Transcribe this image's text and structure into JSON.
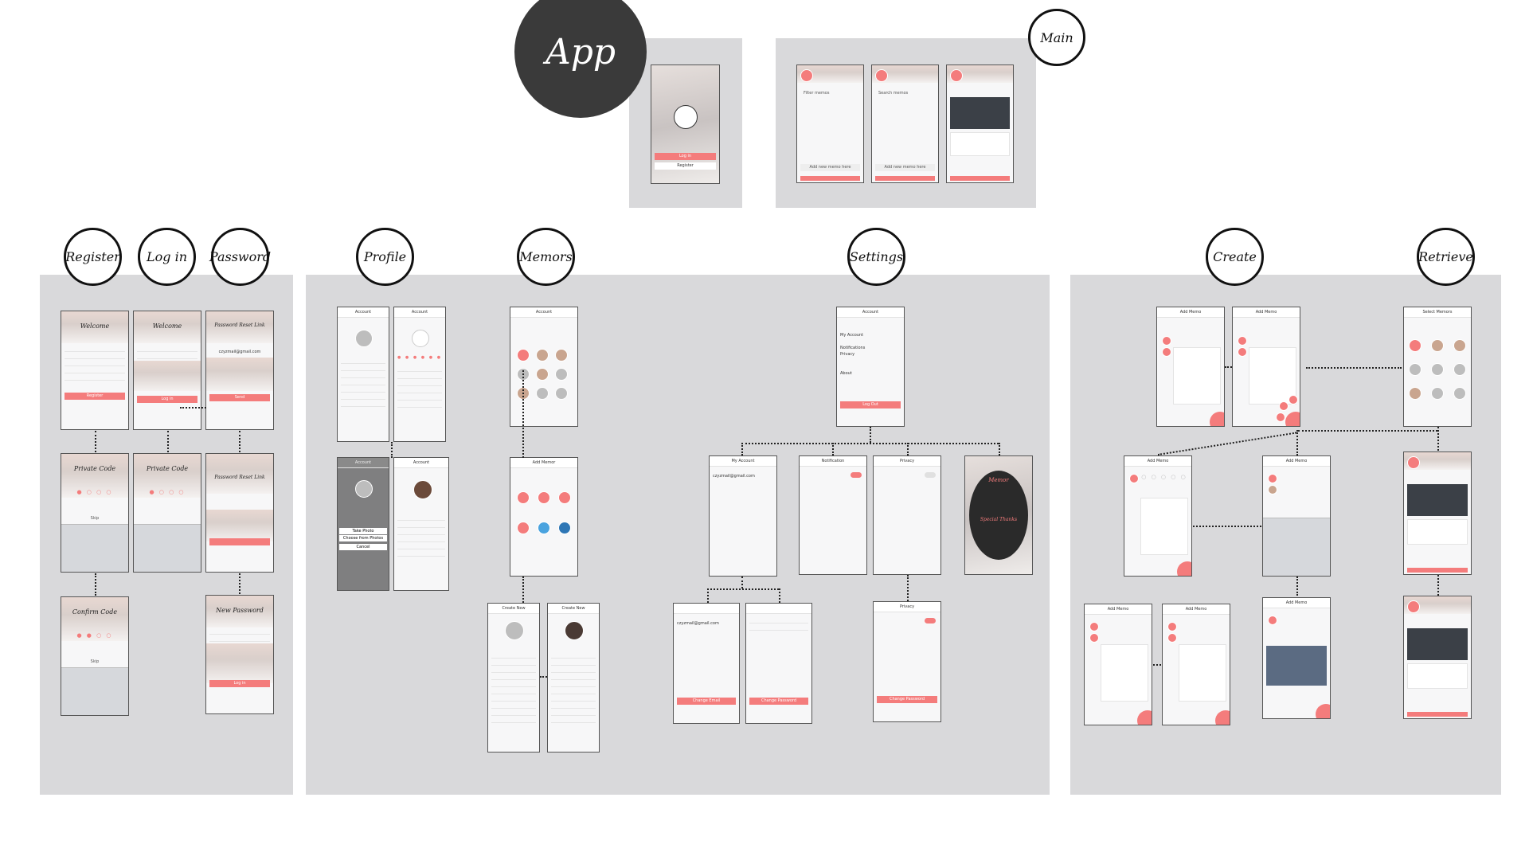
{
  "app": {
    "label": "App"
  },
  "sections": {
    "main": "Main",
    "register": "Register",
    "login": "Log in",
    "password": "Password",
    "profile": "Profile",
    "memors": "Memors",
    "settings": "Settings",
    "create": "Create",
    "retrieve": "Retrieve"
  },
  "screens": {
    "welcome": "Welcome",
    "register_btn": "Register",
    "login_btn": "Log in",
    "send_btn": "Send",
    "password_reset": "Password Reset Link",
    "email": "czyzmail@gmail.com",
    "private_code": "Private Code",
    "confirm_code": "Confirm Code",
    "new_password": "New Password",
    "skip": "Skip",
    "account": "Account",
    "add_memor": "Add Memor",
    "create_new": "Create New",
    "my_account": "My Account",
    "notification": "Notification",
    "privacy": "Privacy",
    "about": "About",
    "log_out": "Log Out",
    "change_email": "Change Email",
    "change_password": "Change Password",
    "add_memo": "Add Memo",
    "select_memors": "Select Memors",
    "filter_memos": "Filter memos",
    "search_memos": "Search memos",
    "add_new_memo": "Add new memo here",
    "take_photo": "Take Photo",
    "choose_photos": "Choose from Photos",
    "cancel": "Cancel",
    "memor": "Memor",
    "special_thanks": "Special Thanks"
  }
}
